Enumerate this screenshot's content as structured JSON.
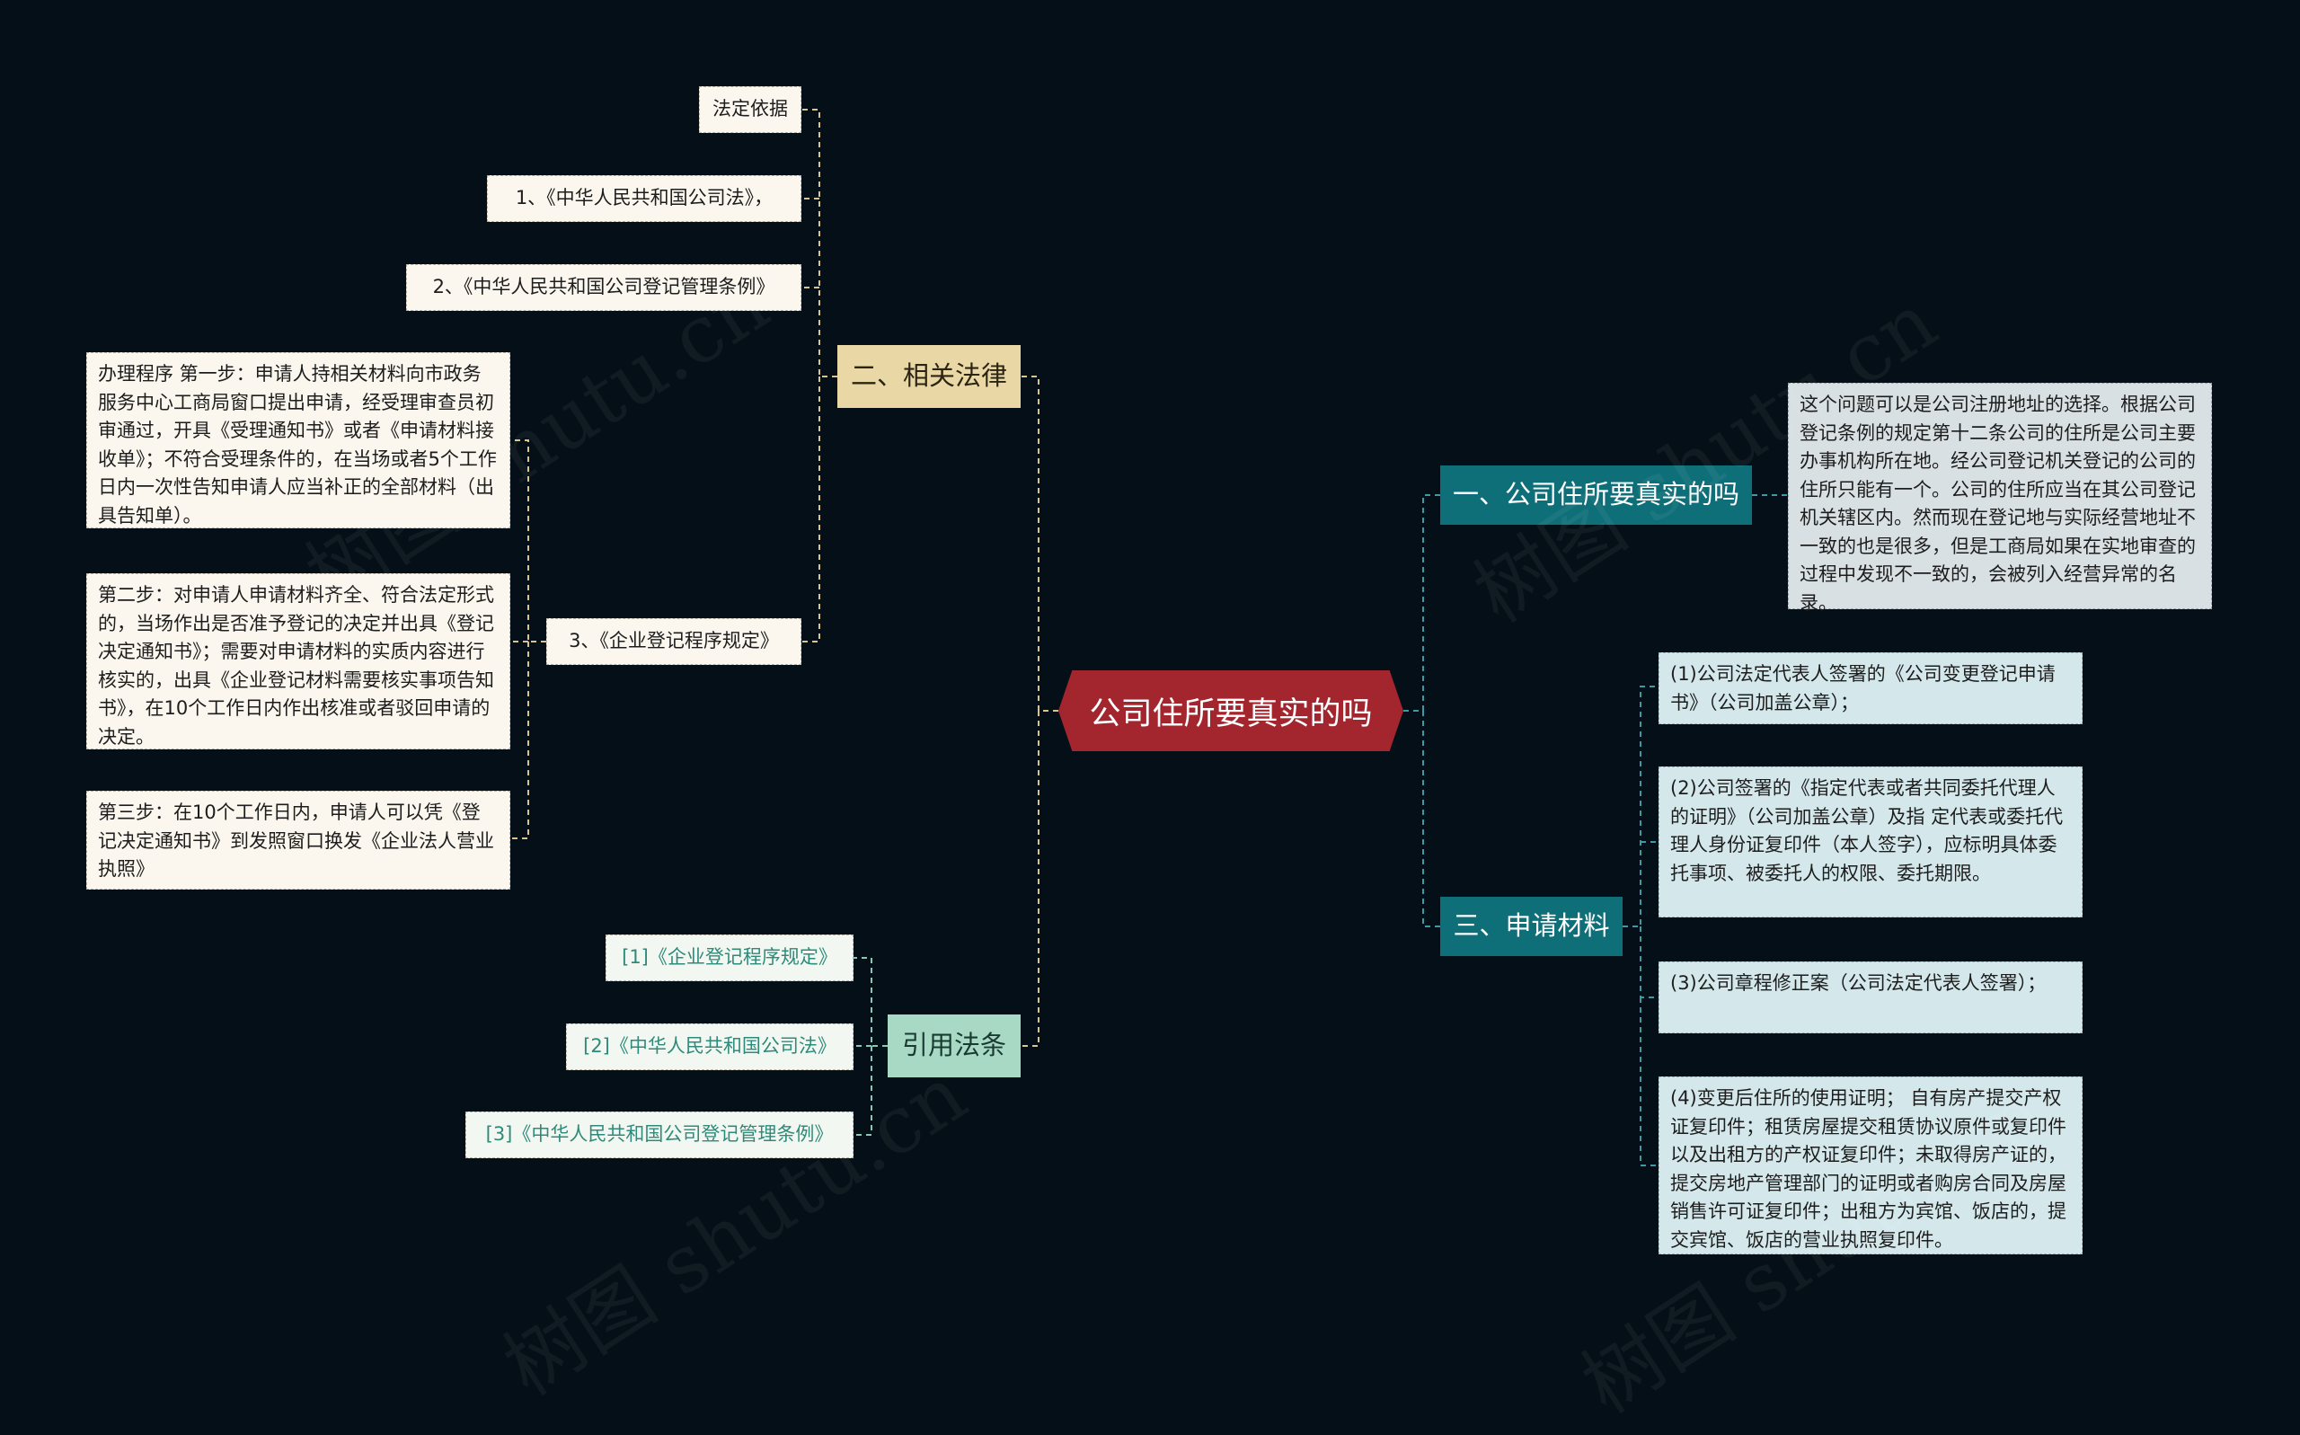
{
  "root": {
    "label": "公司住所要真实的吗"
  },
  "left": {
    "law": {
      "label": "二、相关法律",
      "items": [
        {
          "text": "法定依据"
        },
        {
          "text": "1、《中华人民共和国公司法》，"
        },
        {
          "text": "2、《中华人民共和国公司登记管理条例》"
        },
        {
          "text": "3、《企业登记程序规定》"
        }
      ],
      "procedure": [
        {
          "text": "办理程序 第一步：申请人持相关材料向市政务服务中心工商局窗口提出申请，经受理审查员初审通过，开具《受理通知书》或者《申请材料接收单》；不符合受理条件的，在当场或者5个工作日内一次性告知申请人应当补正的全部材料（出具告知单）。"
        },
        {
          "text": "第二步：对申请人申请材料齐全、符合法定形式的，当场作出是否准予登记的决定并出具《登记决定通知书》；需要对申请材料的实质内容进行核实的，出具《企业登记材料需要核实事项告知书》，在10个工作日内作出核准或者驳回申请的决定。"
        },
        {
          "text": "第三步：在10个工作日内，申请人可以凭《登记决定通知书》到发照窗口换发《企业法人营业执照》"
        }
      ]
    },
    "cite": {
      "label": "引用法条",
      "items": [
        {
          "text": "[1]《企业登记程序规定》"
        },
        {
          "text": "[2]《中华人民共和国公司法》"
        },
        {
          "text": "[3]《中华人民共和国公司登记管理条例》"
        }
      ]
    }
  },
  "right": {
    "q1": {
      "label": "一、公司住所要真实的吗",
      "answer": "这个问题可以是公司注册地址的选择。根据公司登记条例的规定第十二条公司的住所是公司主要办事机构所在地。经公司登记机关登记的公司的住所只能有一个。公司的住所应当在其公司登记机关辖区内。然而现在登记地与实际经营地址不一致的也是很多，但是工商局如果在实地审查的过程中发现不一致的，会被列入经营异常的名录。"
    },
    "materials": {
      "label": "三、申请材料",
      "items": [
        {
          "text": "(1)公司法定代表人签署的《公司变更登记申请书》（公司加盖公章）；"
        },
        {
          "text": "(2)公司签署的《指定代表或者共同委托代理人的证明》（公司加盖公章）及指 定代表或委托代理人身份证复印件（本人签字），应标明具体委托事项、被委托人的权限、委托期限。"
        },
        {
          "text": "(3)公司章程修正案（公司法定代表人签署）；"
        },
        {
          "text": "(4)变更后住所的使用证明； 自有房产提交产权证复印件；租赁房屋提交租赁协议原件或复印件以及出租方的产权证复印件；未取得房产证的，提交房地产管理部门的证明或者购房合同及房屋销售许可证复印件；出租方为宾馆、饭店的，提交宾馆、饭店的营业执照复印件。"
        }
      ]
    }
  },
  "watermark": "树图 shutu.cn",
  "colors": {
    "background": "#050f17",
    "root": "#a3262f",
    "branch_sand": "#e9d7a6",
    "branch_mint": "#a8d9c5",
    "branch_teal": "#0f6f79",
    "line_left": "#d8c48e",
    "line_right": "#3b9aa4"
  }
}
